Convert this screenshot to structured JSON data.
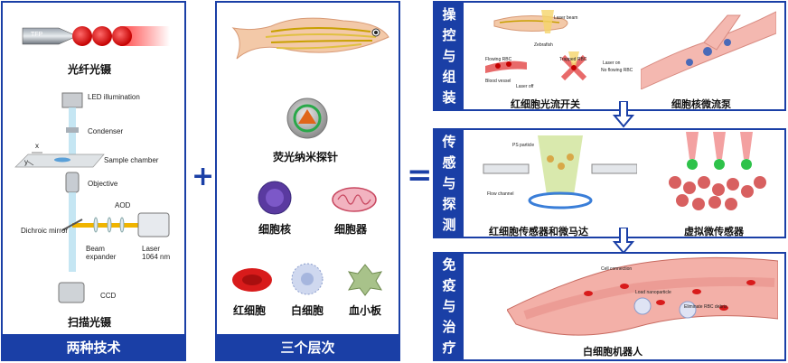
{
  "panel_left": {
    "fiber_label": "光纤光镊",
    "tfp_tag": "TFP",
    "setup_labels": {
      "led": "LED illumination",
      "condenser": "Condenser",
      "sample": "Sample chamber",
      "objective": "Objective",
      "aod": "AOD",
      "dichroic": "Dichroic mirror",
      "beam": "Beam\nexpander",
      "laser": "Laser\n1064 nm",
      "ccd": "CCD",
      "x": "x",
      "y": "y"
    },
    "scan_label": "扫描光镊",
    "footer": "两种技术"
  },
  "plus": "+",
  "panel_mid": {
    "probe_label": "荧光纳米探针",
    "nucleus": "细胞核",
    "organelle": "细胞器",
    "rbc": "红细胞",
    "wbc": "白细胞",
    "platelet": "血小板",
    "footer": "三个层次"
  },
  "equals": "=",
  "panel_right": {
    "section1": {
      "side": "操控与组装",
      "item1": "红细胞光流开关",
      "item2": "细胞核微流泵",
      "tiny": [
        "Laser beam",
        "Zebrafish",
        "Flowing RBC",
        "Blood vessel",
        "Trapped RBC",
        "Laser on",
        "Laser off",
        "No flowing RBC"
      ]
    },
    "section2": {
      "side": "传感与探测",
      "item1": "红细胞传感器和微马达",
      "item2": "虚拟微传感器",
      "tiny": [
        "PS particle",
        "Flow channel"
      ]
    },
    "section3": {
      "side": "免疫与治疗",
      "item1": "白细胞机器人",
      "tiny": [
        "Cell connection",
        "Load nanoparticle",
        "Eliminate RBC debris"
      ]
    }
  },
  "colors": {
    "brand_blue": "#1a3fa6",
    "rbc_red": "#d81b1b",
    "laser_yellow": "#f0b400"
  }
}
